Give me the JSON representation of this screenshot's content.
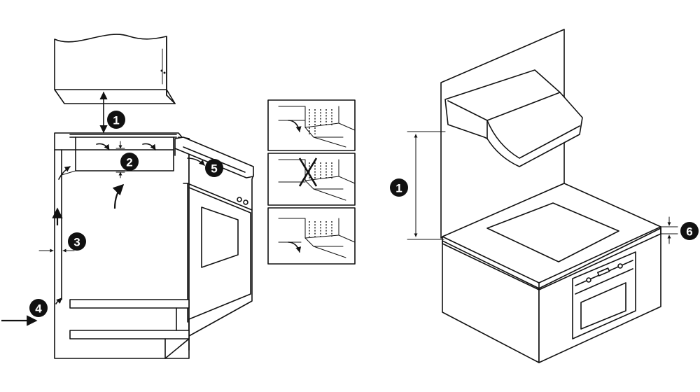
{
  "diagram": {
    "callouts": {
      "c1_left": "1",
      "c2": "2",
      "c3": "3",
      "c4": "4",
      "c5": "5",
      "c1_right": "1",
      "c6": "6"
    },
    "panels": [
      {
        "id": "panel-top",
        "state": "correct"
      },
      {
        "id": "panel-middle",
        "state": "incorrect"
      },
      {
        "id": "panel-bottom",
        "state": "correct"
      }
    ]
  }
}
